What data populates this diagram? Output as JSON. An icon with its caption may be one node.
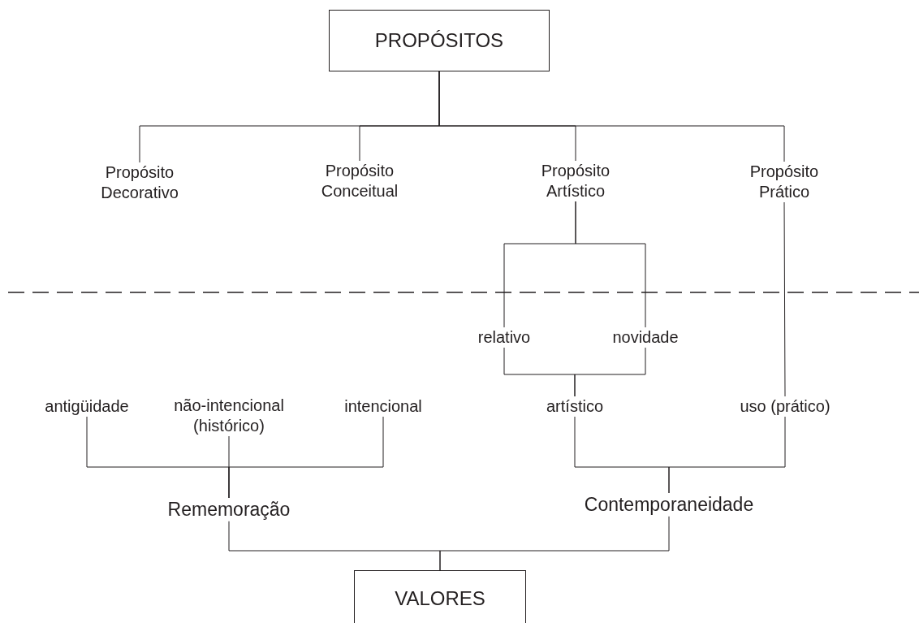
{
  "diagram": {
    "nodes": [
      {
        "text": [
          "PROPÓSITOS"
        ]
      },
      {
        "text": [
          "Propósito Decorativo"
        ]
      },
      {
        "text": [
          "Propósito Conceitual"
        ]
      },
      {
        "text": [
          "Propósito Artístico"
        ]
      },
      {
        "text": [
          "Propósito Prático"
        ]
      },
      {
        "text": [
          "relativo"
        ]
      },
      {
        "text": [
          "novidade"
        ]
      },
      {
        "text": [
          "antigüidade"
        ]
      },
      {
        "text": [
          "não-intencional (histórico)"
        ]
      },
      {
        "text": [
          "intencional"
        ]
      },
      {
        "text": [
          "artístico"
        ]
      },
      {
        "text": [
          "uso (prático)"
        ]
      },
      {
        "text": [
          "Rememoração"
        ]
      },
      {
        "text": [
          "Contemporaneidade"
        ]
      },
      {
        "text": [
          "VALORES"
        ]
      }
    ],
    "edges": [
      {
        "from": 0,
        "to": 1,
        "arrow": "none"
      },
      {
        "from": 0,
        "to": 2,
        "arrow": "none"
      },
      {
        "from": 0,
        "to": 3,
        "arrow": "none"
      },
      {
        "from": 0,
        "to": 4,
        "arrow": "none"
      },
      {
        "from": 3,
        "to": 5,
        "arrow": "none"
      },
      {
        "from": 3,
        "to": 6,
        "arrow": "none"
      },
      {
        "from": 4,
        "to": 11,
        "arrow": "none"
      },
      {
        "from": 5,
        "to": 10,
        "arrow": "none"
      },
      {
        "from": 6,
        "to": 10,
        "arrow": "none"
      },
      {
        "from": 7,
        "to": 12,
        "arrow": "none"
      },
      {
        "from": 8,
        "to": 12,
        "arrow": "none"
      },
      {
        "from": 9,
        "to": 12,
        "arrow": "none"
      },
      {
        "from": 10,
        "to": 13,
        "arrow": "none"
      },
      {
        "from": 11,
        "to": 13,
        "arrow": "none"
      },
      {
        "from": 12,
        "to": 14,
        "arrow": "none"
      },
      {
        "from": 13,
        "to": 14,
        "arrow": "none"
      }
    ]
  }
}
